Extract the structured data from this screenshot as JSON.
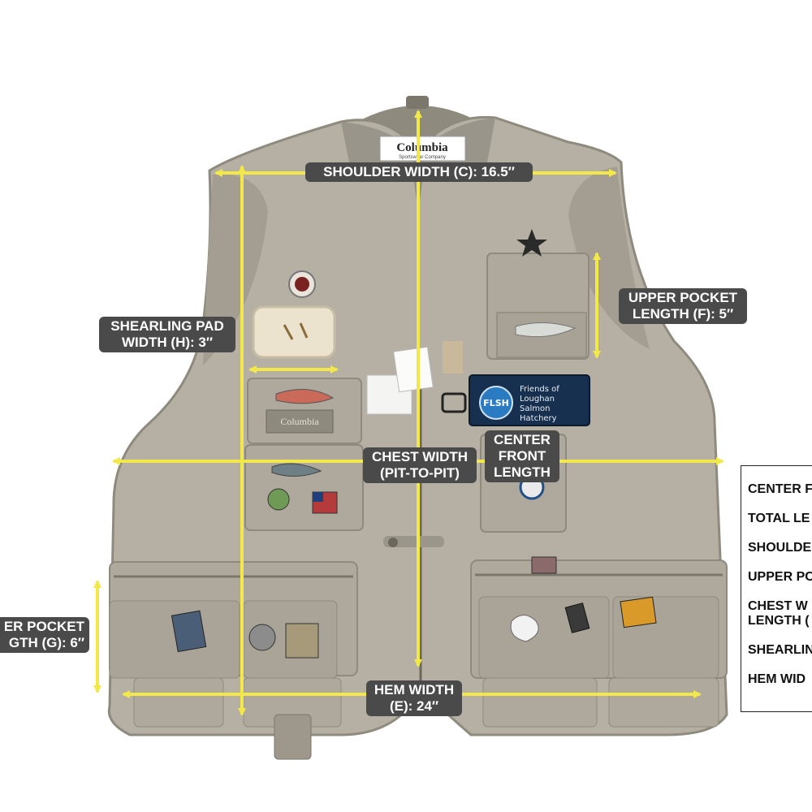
{
  "brand": {
    "neck_label": "Columbia",
    "neck_label_sub": "Sportswear Company",
    "pocket_label": "Columbia"
  },
  "patch": {
    "logo": "FLSH",
    "lines": [
      "Friends of",
      "Loughan",
      "Salmon",
      "Hatchery"
    ]
  },
  "labels": {
    "shoulder": "SHOULDER WIDTH (C): 16.5″",
    "upper_pocket": [
      "UPPER POCKET",
      "LENGTH (F): 5″"
    ],
    "shearling": [
      "SHEARLING PAD",
      "WIDTH (H): 3″"
    ],
    "chest": [
      "CHEST WIDTH",
      "(PIT-TO-PIT)"
    ],
    "center_front": [
      "CENTER",
      "FRONT",
      "LENGTH"
    ],
    "lower_pocket": [
      "ER POCKET",
      "GTH (G): 6″"
    ],
    "hem": [
      "HEM WIDTH",
      "(E): 24″"
    ]
  },
  "size_table": {
    "rows": [
      "CENTER F",
      "TOTAL LE",
      "SHOULDE",
      "UPPER PC",
      "CHEST W",
      "LENGTH (",
      "SHEARLIN",
      "HEM WID"
    ]
  },
  "colors": {
    "vest": "#b5b0a3",
    "vest_shadow": "#8f8a7e",
    "arrow": "#f2e84a",
    "label_bg": "#4a4a4a"
  },
  "icons": [
    "star-pin-icon",
    "flag-pin-icon",
    "fish-pin-icon",
    "zipper-icon"
  ]
}
